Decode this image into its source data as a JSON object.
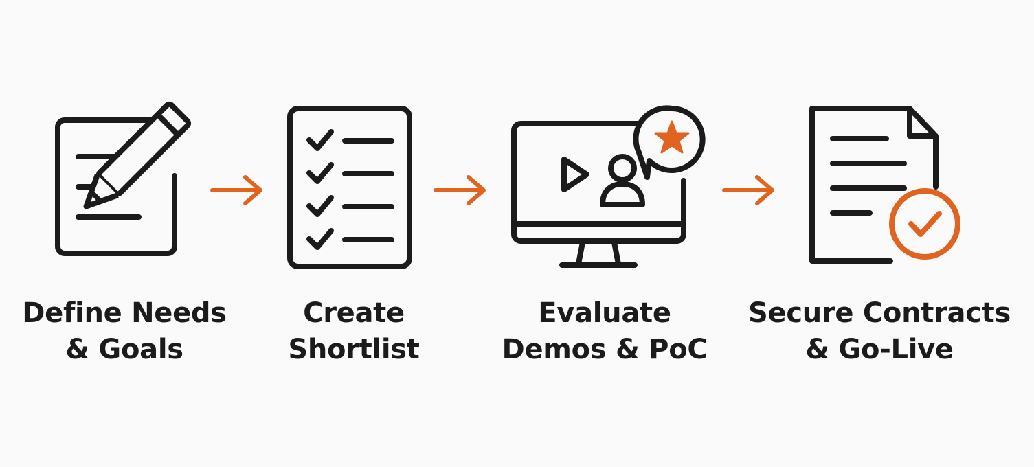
{
  "colors": {
    "ink": "#1b1b1b",
    "accent": "#e0631f",
    "background": "#fafafa"
  },
  "steps": [
    {
      "icon": "edit-document-icon",
      "label_line1": "Define Needs",
      "label_line2": "& Goals"
    },
    {
      "icon": "checklist-icon",
      "label_line1": "Create",
      "label_line2": "Shortlist"
    },
    {
      "icon": "monitor-demo-icon",
      "label_line1": "Evaluate",
      "label_line2": "Demos & PoC"
    },
    {
      "icon": "signed-contract-icon",
      "label_line1": "Secure Contracts",
      "label_line2": "& Go-Live"
    }
  ],
  "connectors": [
    {
      "icon": "arrow-right-icon"
    },
    {
      "icon": "arrow-right-icon"
    },
    {
      "icon": "arrow-right-icon"
    }
  ]
}
